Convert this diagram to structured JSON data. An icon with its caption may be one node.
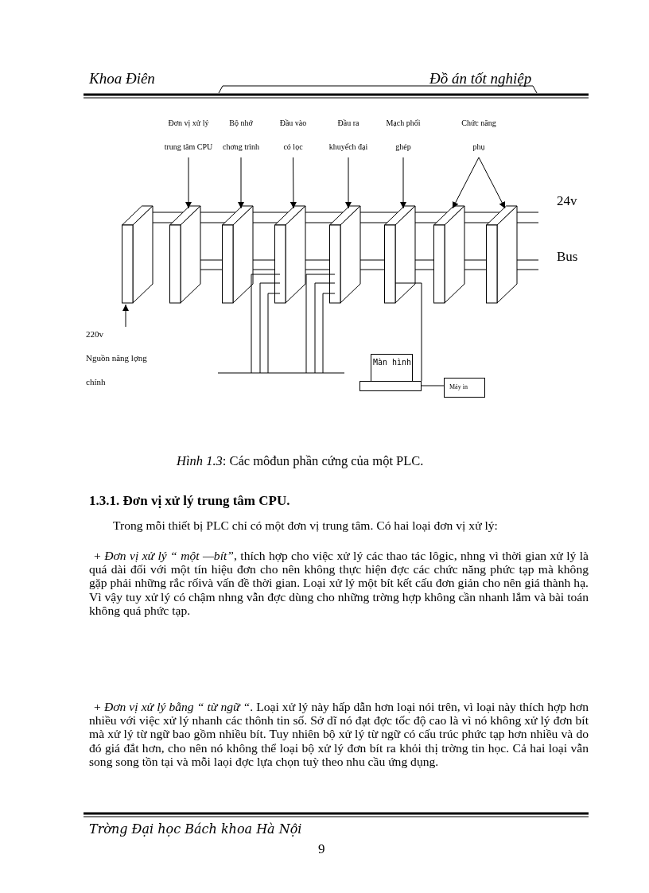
{
  "diagram": {
    "caption": "*Hình 1.3*:  Các môđun phần cứng của một PLC.",
    "nodes": [
      {
        "text": [
          "Đơn vị xử lý trung tâm CPU"
        ]
      },
      {
        "text": [
          "Bộ nhớ chơng trình"
        ]
      },
      {
        "text": [
          "Đầu vào có lọc"
        ]
      },
      {
        "text": [
          "Đầu ra khuyếch đại"
        ]
      },
      {
        "text": [
          "Mạch phối ghép"
        ]
      },
      {
        "text": [
          "Chức năng phụ"
        ]
      },
      {
        "text": [],
        "shape": "box"
      },
      {
        "text": [],
        "shape": "box"
      },
      {
        "text": [],
        "shape": "box"
      },
      {
        "text": [],
        "shape": "box"
      },
      {
        "text": [],
        "shape": "box"
      },
      {
        "text": [],
        "shape": "box"
      },
      {
        "text": [],
        "shape": "box"
      },
      {
        "text": [],
        "shape": "box"
      },
      {
        "text": [
          "220v",
          "Nguồn năng lợng chính"
        ]
      },
      {
        "text": [
          "Màn hình"
        ]
      },
      {
        "text": [
          "Máy in"
        ]
      },
      {
        "text": [],
        "shape": "bar"
      }
    ],
    "edges": [
      {
        "from": 0,
        "to": 7,
        "arrow": "to"
      },
      {
        "from": 1,
        "to": 8,
        "arrow": "to"
      },
      {
        "from": 2,
        "to": 9,
        "arrow": "to"
      },
      {
        "from": 3,
        "to": 10,
        "arrow": "to"
      },
      {
        "from": 4,
        "to": 11,
        "arrow": "to"
      },
      {
        "from": 5,
        "to": 12,
        "arrow": "to"
      },
      {
        "from": 5,
        "to": 13,
        "arrow": "to"
      },
      {
        "from": 14,
        "to": 6,
        "arrow": "to"
      },
      {
        "from": 11,
        "to": 15,
        "arrow": "none"
      },
      {
        "from": 15,
        "to": 16,
        "arrow": "none"
      },
      {
        "from": 9,
        "to": 17,
        "arrow": "none"
      },
      {
        "from": 10,
        "to": 17,
        "arrow": "none"
      }
    ],
    "labels": [
      "Khoa Điên",
      "Đồ án tốt nghiệp",
      "24v",
      "Bus",
      "1.3.1. Đơn vị xử lý trung tâm CPU.",
      "Trong mỗi thiết bị PLC chỉ có một đơn vị trung tâm. Có hai loại đơn vị xử lý:",
      "+ *Đơn vị xử lý “ một —bít”*, thích hợp cho việc xử lý các thao tác lôgic, nhng  vì thời gian xử lý là quá dài đối với một tín hiệu đơn cho nên không thực hiện đợc các chức năng phức tạp mà không gặp phải những rắc rốivà vấn đề thời gian. Loại xử lý một bít kết cấu đơn giản cho nên giá thành hạ. Vì vậy tuy xử lý có chậm nhng  vẫn đợc  dùng cho những trờng  hợp không cần nhanh lắm và bài toán không quá phức tạp.",
      "+ *Đơn vị xử lý bằng  “ từ ngữ “*. Loại xử lý này hấp dẫn hơn loại nói trên, vì loại này thích hợp hơn nhiều với việc xử lý nhanh các thônh tin số. Sở dĩ nó đạt đợc  tốc độ cao là vì nó không xử lý đơn bít mà xử lý từ ngữ bao gồm nhiều bít. Tuy nhiên bộ xử lý từ ngữ có cấu trúc phức tạp hơn nhiều và do đó giá đắt hơn, cho nên nó không thể loại bộ xử lý đơn bít ra khỏi thị trờng  tin học. Cả hai loại vẫn song song tồn tại và mỗi laọi đợc  lựa chọn tuỳ theo nhu cầu ứng dụng.",
      "Trờng  Đại học Bách khoa Hà Nội",
      "9"
    ]
  }
}
